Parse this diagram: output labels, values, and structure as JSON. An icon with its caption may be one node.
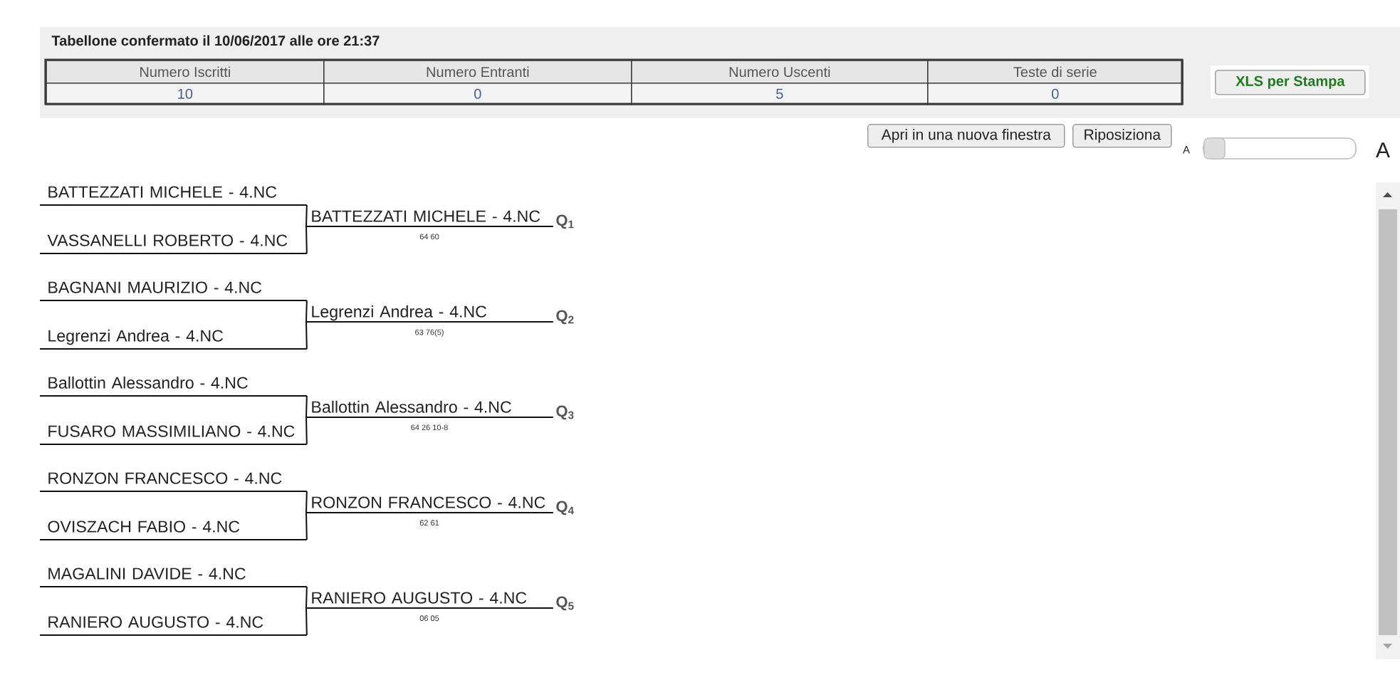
{
  "diagram": {
    "title": "Tabellone confermato il 10/06/2017 alle ore 21:37",
    "nodes": [
      {
        "text": [
          "XLS per Stampa"
        ]
      },
      {
        "text": [
          "Apri in una nuova finestra"
        ]
      },
      {
        "text": [
          "Riposiziona"
        ]
      },
      {
        "text": [
          "BATTEZZATI MICHELE - 4.NC"
        ]
      },
      {
        "text": [
          "VASSANELLI ROBERTO - 4.NC"
        ]
      },
      {
        "text": [
          "BATTEZZATI MICHELE - 4.NC"
        ],
        "beside": [
          "Q$_{1}$",
          "64 60"
        ]
      },
      {
        "text": [
          "BAGNANI MAURIZIO - 4.NC"
        ]
      },
      {
        "text": [
          "Legrenzi Andrea - 4.NC"
        ]
      },
      {
        "text": [
          "Legrenzi Andrea - 4.NC"
        ],
        "beside": [
          "Q$_{2}$",
          "63 76(5)"
        ]
      },
      {
        "text": [
          "Ballottin Alessandro - 4.NC"
        ]
      },
      {
        "text": [
          "FUSARO MASSIMILIANO - 4.NC"
        ]
      },
      {
        "text": [
          "Ballottin Alessandro - 4.NC"
        ],
        "beside": [
          "Q$_{3}$",
          "64 26 10-8"
        ]
      },
      {
        "text": [
          "RONZON FRANCESCO - 4.NC"
        ]
      },
      {
        "text": [
          "OVISZACH FABIO - 4.NC"
        ]
      },
      {
        "text": [
          "RONZON FRANCESCO - 4.NC"
        ],
        "beside": [
          "Q$_{4}$",
          "62 61"
        ]
      },
      {
        "text": [
          "MAGALINI DAVIDE - 4.NC"
        ]
      },
      {
        "text": [
          "RANIERO AUGUSTO - 4.NC"
        ]
      },
      {
        "text": [
          "RANIERO AUGUSTO - 4.NC"
        ],
        "beside": [
          "Q$_{5}$",
          "06 05"
        ]
      }
    ],
    "edges": [
      {
        "from": 3,
        "to": 5,
        "arrow": "none"
      },
      {
        "from": 4,
        "to": 5,
        "arrow": "none"
      },
      {
        "from": 6,
        "to": 8,
        "arrow": "none"
      },
      {
        "from": 7,
        "to": 8,
        "arrow": "none"
      },
      {
        "from": 9,
        "to": 11,
        "arrow": "none"
      },
      {
        "from": 10,
        "to": 11,
        "arrow": "none"
      },
      {
        "from": 12,
        "to": 14,
        "arrow": "none"
      },
      {
        "from": 13,
        "to": 14,
        "arrow": "none"
      },
      {
        "from": 15,
        "to": 17,
        "arrow": "none"
      },
      {
        "from": 16,
        "to": 17,
        "arrow": "none"
      }
    ],
    "labels": [
      "Numero Iscritti",
      "Numero Entranti",
      "Numero Uscenti",
      "Teste di serie",
      "10",
      "0",
      "5",
      "0",
      "A",
      "A"
    ]
  }
}
